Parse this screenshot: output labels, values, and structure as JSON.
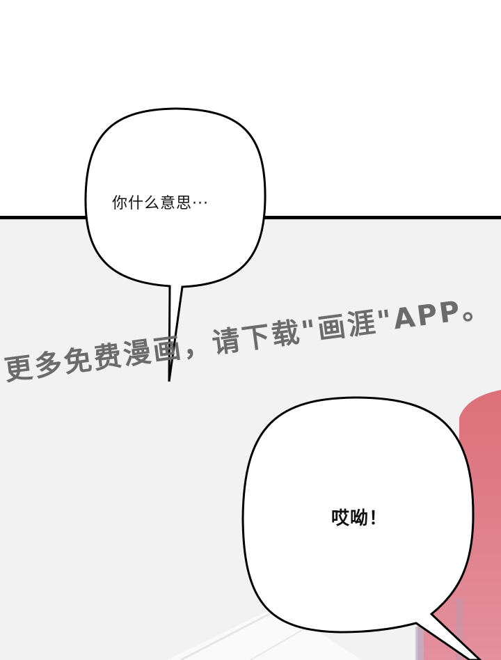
{
  "panels": [
    {
      "id": "top",
      "background": "#ffffff"
    },
    {
      "id": "bottom",
      "background": "#f2f2f3"
    }
  ],
  "panel_border_color": "#000000",
  "bubbles": [
    {
      "id": "bubble-1",
      "text": "你什么意思···",
      "tail_direction": "down"
    },
    {
      "id": "bubble-2",
      "text": "哎呦！",
      "tail_direction": "down-right"
    }
  ],
  "watermark": {
    "text": "更多免费漫画，请下载\"画涯\"APP。",
    "color": "#6b6b6b"
  },
  "colors": {
    "pink_object": "#dc7079",
    "pink_object_light": "#e48d9a",
    "outline": "#000000",
    "bubble_fill": "#ffffff"
  }
}
